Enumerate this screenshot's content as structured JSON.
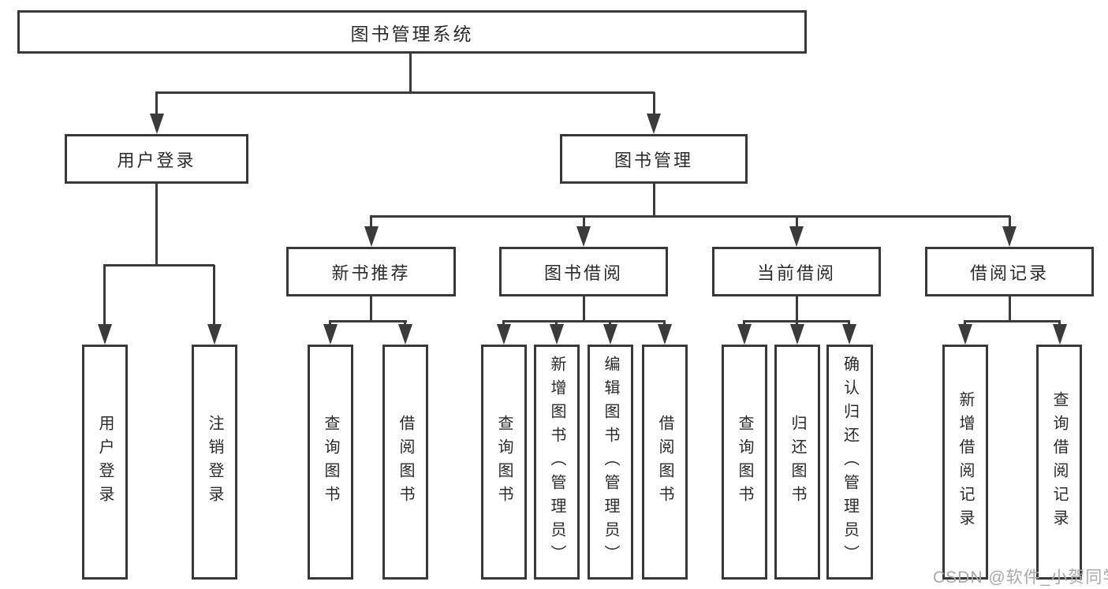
{
  "colors": {
    "line": "#3b3b3b",
    "border": "#383838",
    "text": "#2a2a2a",
    "watermark": "#a9a9a9",
    "bg": "#ffffff"
  },
  "tree": {
    "root": "图书管理系统",
    "children": [
      {
        "label": "用户登录",
        "children": [
          {
            "label": "用户登录"
          },
          {
            "label": "注销登录"
          }
        ]
      },
      {
        "label": "图书管理",
        "children": [
          {
            "label": "新书推荐",
            "children": [
              {
                "label": "查询图书"
              },
              {
                "label": "借阅图书"
              }
            ]
          },
          {
            "label": "图书借阅",
            "children": [
              {
                "label": "查询图书"
              },
              {
                "label": "新增图书（管理员）"
              },
              {
                "label": "编辑图书（管理员）"
              },
              {
                "label": "借阅图书"
              }
            ]
          },
          {
            "label": "当前借阅",
            "children": [
              {
                "label": "查询图书"
              },
              {
                "label": "归还图书"
              },
              {
                "label": "确认归还（管理员）"
              }
            ]
          },
          {
            "label": "借阅记录",
            "children": [
              {
                "label": "新增借阅记录"
              },
              {
                "label": "查询借阅记录"
              }
            ]
          }
        ]
      }
    ]
  },
  "watermark": {
    "text": "CSDN @软件_小贺同学"
  }
}
